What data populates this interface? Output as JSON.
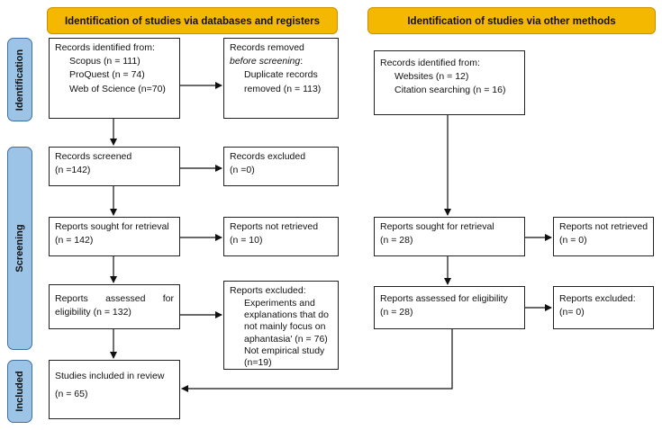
{
  "headers": {
    "databases": "Identification of studies via databases and registers",
    "other": "Identification of studies via other methods"
  },
  "phases": {
    "identification": "Identification",
    "screening": "Screening",
    "included": "Included"
  },
  "db": {
    "identified": {
      "title": "Records identified from:",
      "items": [
        "Scopus (n = 111)",
        "ProQuest (n = 74)",
        "Web of Science (n=70)"
      ]
    },
    "removed": {
      "title": "Records removed",
      "subtitle": "before screening",
      "subtitle_suffix": ":",
      "line1": "Duplicate records",
      "line2": "removed (n = 113)"
    },
    "screened": {
      "title": "Records screened",
      "count": "(n =142)"
    },
    "excluded": {
      "title": "Records excluded",
      "count": "(n =0)"
    },
    "sought": {
      "title": "Reports sought for retrieval",
      "count": "(n = 142)"
    },
    "not_retrieved": {
      "title": "Reports not retrieved",
      "count": "(n = 10)"
    },
    "assessed": {
      "w1": "Reports",
      "w2": "assessed",
      "w3": "for",
      "line2": "eligibility (n = 132)"
    },
    "reports_excluded": {
      "title": "Reports excluded:",
      "items": [
        "Experiments and",
        "explanations that do",
        "not mainly focus on",
        "aphantasia' (n = 76)",
        "Not empirical study",
        "(n=19)"
      ]
    },
    "included": {
      "title": "Studies included in review",
      "count": "(n = 65)"
    }
  },
  "other": {
    "identified": {
      "title": "Records identified from:",
      "items": [
        "Websites (n = 12)",
        "Citation searching (n = 16)"
      ]
    },
    "sought": {
      "title": "Reports sought for retrieval",
      "count": "(n = 28)"
    },
    "not_retrieved": {
      "title": "Reports not retrieved",
      "count": "(n = 0)"
    },
    "assessed": {
      "title": "Reports assessed for eligibility",
      "count": "(n = 28)"
    },
    "excluded": {
      "title": "Reports excluded:",
      "count": "(n= 0)"
    }
  },
  "colors": {
    "header": "#f5b800",
    "phase": "#9cc4e6",
    "phase_border": "#3f6f9e"
  }
}
